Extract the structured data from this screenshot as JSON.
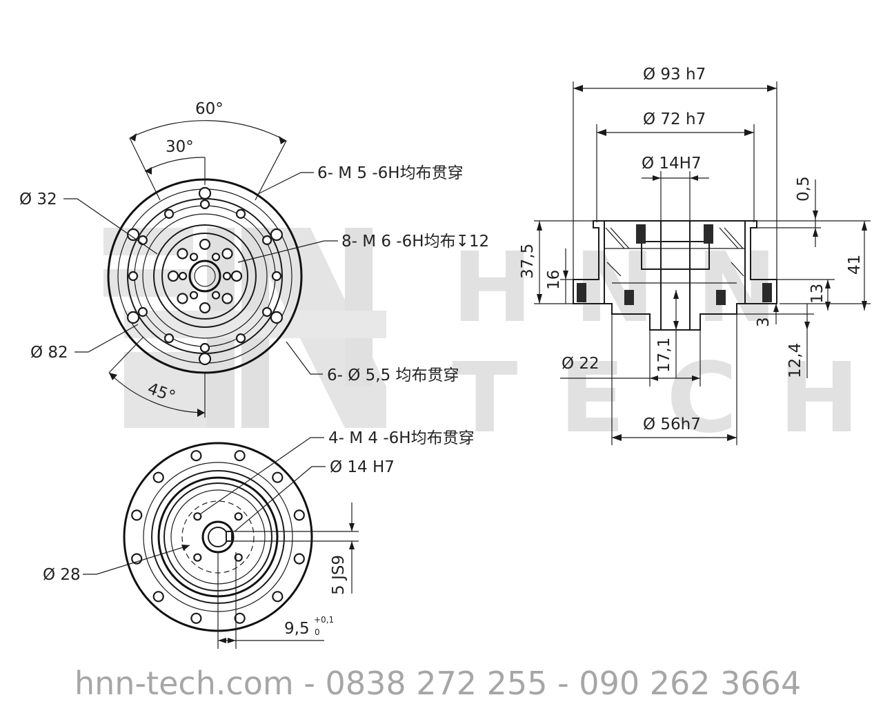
{
  "top_view": {
    "angle_60": "60°",
    "angle_30": "30°",
    "angle_45": "45°",
    "dia_32": "Ø 32",
    "dia_82": "Ø 82",
    "note_m5": "6- M 5 -6H均布贯穿",
    "note_m6": "8- M 6 -6H均布↧12",
    "note_d55": "6- Ø 5,5 均布贯穿"
  },
  "bottom_view": {
    "note_m4": "4- M 4 -6H均布贯穿",
    "dia_14h7": "Ø  14 H7",
    "dia_28": "Ø 28",
    "key_5js9": "5 JS9",
    "dim_95": "9,5",
    "tol_upper": "+0,1",
    "tol_lower": "0"
  },
  "section_view": {
    "dia_93": "Ø 93 h7",
    "dia_72": "Ø 72 h7",
    "dia_14": "Ø 14H7",
    "dia_22": "Ø 22",
    "dia_56": "Ø 56h7",
    "h_05": "0,5",
    "h_375": "37,5",
    "h_16": "16",
    "h_41": "41",
    "h_13": "13",
    "h_3": "3",
    "h_171": "17,1",
    "h_124": "12,4"
  },
  "watermark": {
    "line1": "HNN",
    "line2": "TECH"
  },
  "footer": {
    "contact": "hnn-tech.com - 0838 272 255 - 090 262 3664"
  }
}
